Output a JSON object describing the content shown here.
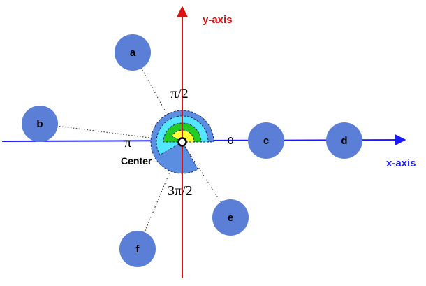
{
  "axes": {
    "x_label": "x-axis",
    "y_label": "y-axis",
    "x_color": "#1a1aff",
    "y_color": "#dd1111"
  },
  "angles": {
    "zero": "0",
    "half_pi": "π/2",
    "pi": "π",
    "three_half_pi": "3π/2"
  },
  "center_label": "Center",
  "nodes": [
    {
      "id": "a",
      "label": "a"
    },
    {
      "id": "b",
      "label": "b"
    },
    {
      "id": "c",
      "label": "c"
    },
    {
      "id": "d",
      "label": "d"
    },
    {
      "id": "e",
      "label": "e"
    },
    {
      "id": "f",
      "label": "f"
    }
  ],
  "colors": {
    "node_fill": "#5b7fd6",
    "sector_outer": "#5b8de0",
    "sector_cyan": "#55e6ff",
    "sector_green": "#22cc22",
    "sector_yellow": "#ffff33"
  }
}
